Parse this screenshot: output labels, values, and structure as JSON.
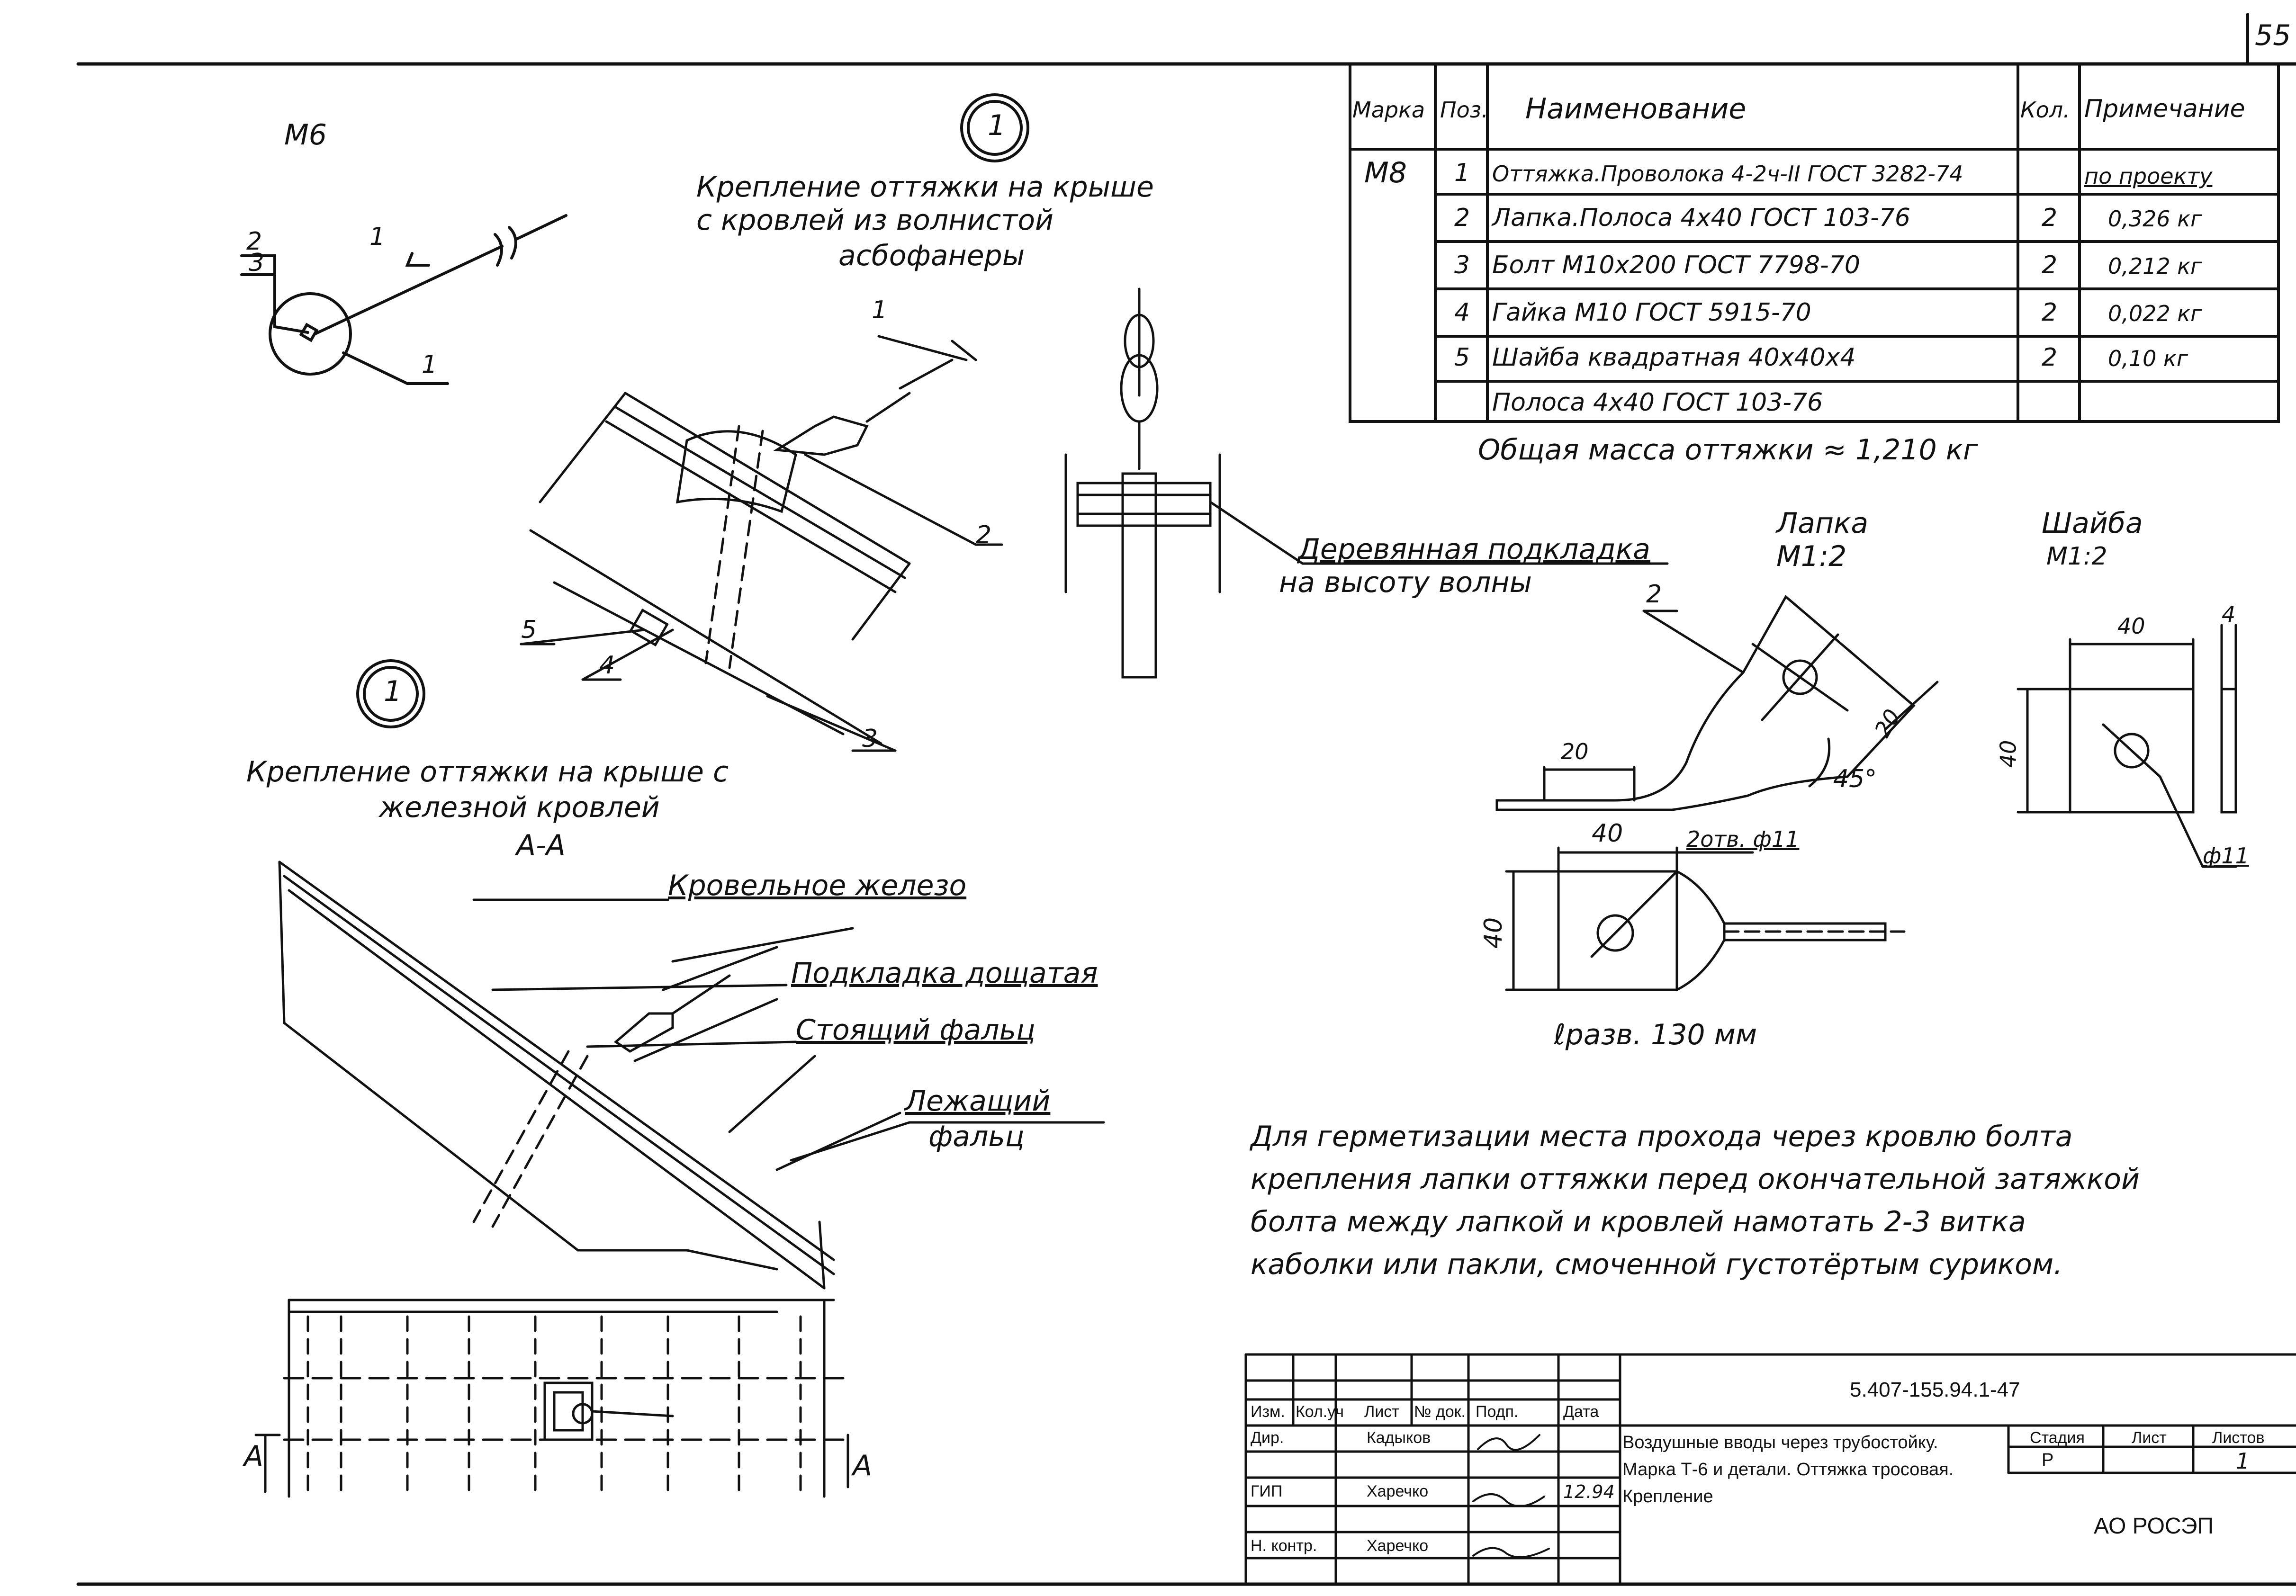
{
  "page": {
    "number": "55"
  },
  "mark_m6": "М6",
  "detail_1": {
    "num": "1",
    "title_lines": [
      "Крепление оттяжки на крыше",
      "с кровлей из волнистой",
      "асбофанеры"
    ]
  },
  "detail_2": {
    "num": "1",
    "title_lines": [
      "Крепление оттяжки на крыше с",
      "железной кровлей"
    ],
    "section": "А-А"
  },
  "labels": {
    "m6_pos": [
      "2",
      "3",
      "1",
      "1"
    ],
    "asbo_pos": [
      "1",
      "2",
      "5",
      "4",
      "3"
    ],
    "wood_pad": [
      "Деревянная подкладка",
      "на высоту волны"
    ],
    "roof_iron": "Кровельное железо",
    "board_pad": "Подкладка дощатая",
    "standing_seam": "Стоящий фальц",
    "lying_seam": [
      "Лежащий",
      "фальц"
    ],
    "section_marks": [
      "А",
      "А"
    ]
  },
  "spec_table": {
    "headers": [
      "Марка",
      "Поз.",
      "Наименование",
      "Кол.",
      "Примечание"
    ],
    "mark": "М8",
    "rows": [
      {
        "pos": "1",
        "name": "Оттяжка.Проволока 4-2ч-II ГОСТ 3282-74",
        "qty": "",
        "note": "по проекту"
      },
      {
        "pos": "2",
        "name": "Лапка.Полоса 4х40 ГОСТ 103-76",
        "qty": "2",
        "note": "0,326 кг"
      },
      {
        "pos": "3",
        "name": "Болт М10х200 ГОСТ 7798-70",
        "qty": "2",
        "note": "0,212 кг"
      },
      {
        "pos": "4",
        "name": "Гайка М10 ГОСТ 5915-70",
        "qty": "2",
        "note": "0,022 кг"
      },
      {
        "pos": "5",
        "name": "Шайба квадратная 40х40х4",
        "qty": "2",
        "note": "0,10 кг"
      },
      {
        "pos": "",
        "name": "Полоса 4х40 ГОСТ 103-76",
        "qty": "",
        "note": ""
      }
    ],
    "total": "Общая масса оттяжки ≈ 1,210 кг"
  },
  "lapka": {
    "title": "Лапка",
    "scale": "М1:2",
    "pos": "2",
    "dims": [
      "20",
      "20",
      "45°",
      "40",
      "40"
    ],
    "hole": "2отв. ф11",
    "length": "ℓразв. 130 мм"
  },
  "washer": {
    "title": "Шайба",
    "scale": "М1:2",
    "dims": [
      "40",
      "4",
      "40"
    ],
    "hole": "ф11"
  },
  "note_lines": [
    "Для герметизации места прохода через кровлю болта",
    "крепления лапки оттяжки перед окончательной затяжкой",
    "болта между лапкой и кровлей намотать 2-3 витка",
    "каболки или пакли, смоченной густотёртым суриком."
  ],
  "title_block": {
    "doc_code": "5.407-155.94.1-47",
    "col_headers": [
      "Изм.",
      "Кол.уч",
      "Лист",
      "№ док.",
      "Подп.",
      "Дата"
    ],
    "roles": [
      {
        "role": "Дир.",
        "name": "Кадыков",
        "date": ""
      },
      {
        "role": "ГИП",
        "name": "Харечко",
        "date": "12.94"
      },
      {
        "role": "Н. контр.",
        "name": "Харечко",
        "date": ""
      }
    ],
    "title_lines": [
      "Воздушные вводы через трубостойку.",
      "Марка Т-6 и детали. Оттяжка тросовая.",
      "Крепление"
    ],
    "stage_headers": [
      "Стадия",
      "Лист",
      "Листов"
    ],
    "stage": "Р",
    "sheet": "",
    "sheets": "1",
    "org": "АО РОСЭП"
  }
}
